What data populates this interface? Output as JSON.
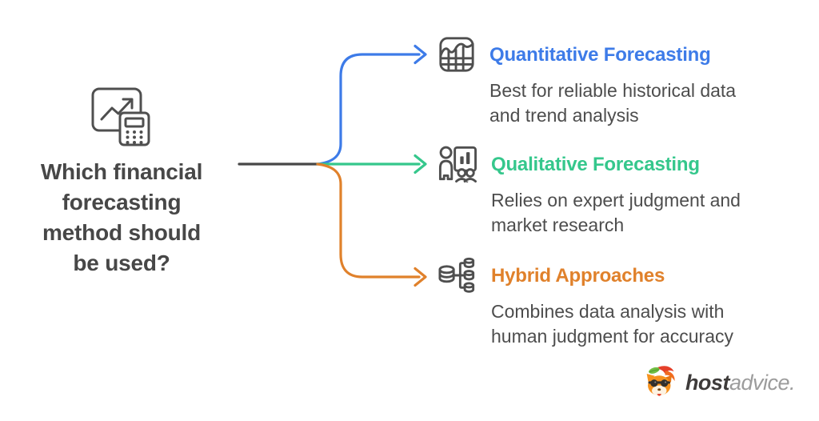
{
  "page": {
    "background": "#ffffff"
  },
  "question": {
    "full_text": "Which financial forecasting method should be used?",
    "lines": [
      "Which financial",
      "forecasting",
      "method should",
      "be used?"
    ],
    "text_color": "#474747",
    "icon": "chart-calculator-icon"
  },
  "connector": {
    "stem_color": "#474747"
  },
  "branches": [
    {
      "title": "Quantitative Forecasting",
      "description": "Best for reliable historical data and trend analysis",
      "desc_lines": [
        "Best for reliable historical data",
        "and trend analysis"
      ],
      "color": "#3D7BE8",
      "icon": "table-trend-chart-icon"
    },
    {
      "title": "Qualitative Forecasting",
      "description": "Relies on expert judgment and market research",
      "desc_lines": [
        "Relies on expert judgment and",
        "market research"
      ],
      "color": "#35C78C",
      "icon": "presenter-audience-icon"
    },
    {
      "title": "Hybrid Approaches",
      "description": "Combines data analysis with human judgment for accuracy",
      "desc_lines": [
        "Combines data analysis with",
        "human judgment for accuracy"
      ],
      "color": "#E0812B",
      "icon": "database-branch-icon"
    }
  ],
  "footer": {
    "logo_bold": "host",
    "logo_light": "advice.",
    "logo_icon": "fox-mascot-icon"
  },
  "text_colors": {
    "description": "#4D4D4D"
  }
}
